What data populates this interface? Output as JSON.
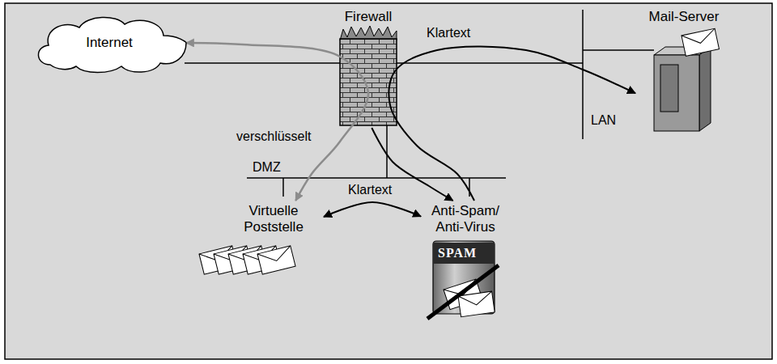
{
  "diagram": {
    "nodes": [
      {
        "text": [
          "Internet"
        ]
      },
      {
        "text": [
          "Firewall"
        ]
      },
      {
        "text": [
          "Mail-Server"
        ]
      },
      {
        "text": [
          "Virtuelle Poststelle"
        ]
      },
      {
        "text": [
          "Anti-Spam/ Anti-Virus"
        ]
      }
    ],
    "edges": [
      {
        "from": 0,
        "to": 3,
        "arrow": "both",
        "label": "verschlüsselt"
      },
      {
        "from": 1,
        "to": 4,
        "arrow": "to"
      },
      {
        "from": 4,
        "to": 2,
        "arrow": "to",
        "label": "Klartext"
      },
      {
        "from": 3,
        "to": 4,
        "arrow": "both",
        "label": "Klartext"
      }
    ],
    "labels": [
      "LAN",
      "DMZ",
      "SPAM"
    ]
  }
}
